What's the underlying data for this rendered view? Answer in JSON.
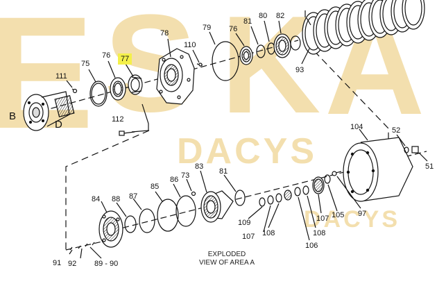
{
  "watermark": {
    "large_text": "ESKA",
    "brand_small": "DACYS",
    "color": "#f3dfae"
  },
  "highlight_color": "#f4f04a",
  "callouts": [
    {
      "id": "111",
      "text": "111"
    },
    {
      "id": "75",
      "text": "75"
    },
    {
      "id": "76a",
      "text": "76"
    },
    {
      "id": "77",
      "text": "77"
    },
    {
      "id": "78",
      "text": "78"
    },
    {
      "id": "110",
      "text": "110"
    },
    {
      "id": "79",
      "text": "79"
    },
    {
      "id": "76b",
      "text": "76"
    },
    {
      "id": "81a",
      "text": "81"
    },
    {
      "id": "80",
      "text": "80"
    },
    {
      "id": "82",
      "text": "82"
    },
    {
      "id": "93",
      "text": "93"
    },
    {
      "id": "112",
      "text": "112"
    },
    {
      "id": "104",
      "text": "104"
    },
    {
      "id": "52",
      "text": "52"
    },
    {
      "id": "51",
      "text": "51"
    },
    {
      "id": "97",
      "text": "97"
    },
    {
      "id": "105",
      "text": "105"
    },
    {
      "id": "107a",
      "text": "107"
    },
    {
      "id": "108a",
      "text": "108"
    },
    {
      "id": "106",
      "text": "106"
    },
    {
      "id": "108b",
      "text": "108"
    },
    {
      "id": "107b",
      "text": "107"
    },
    {
      "id": "109",
      "text": "109"
    },
    {
      "id": "81b",
      "text": "81"
    },
    {
      "id": "83",
      "text": "83"
    },
    {
      "id": "73",
      "text": "73"
    },
    {
      "id": "86",
      "text": "86"
    },
    {
      "id": "85",
      "text": "85"
    },
    {
      "id": "87",
      "text": "87"
    },
    {
      "id": "88",
      "text": "88"
    },
    {
      "id": "84",
      "text": "84"
    },
    {
      "id": "91",
      "text": "91"
    },
    {
      "id": "92",
      "text": "92"
    },
    {
      "id": "8990",
      "text": "89 - 90"
    }
  ],
  "view_letters": {
    "b": "B",
    "d": "D"
  },
  "caption": {
    "line1": "EXPLODED",
    "line2": "VIEW OF AREA A"
  }
}
